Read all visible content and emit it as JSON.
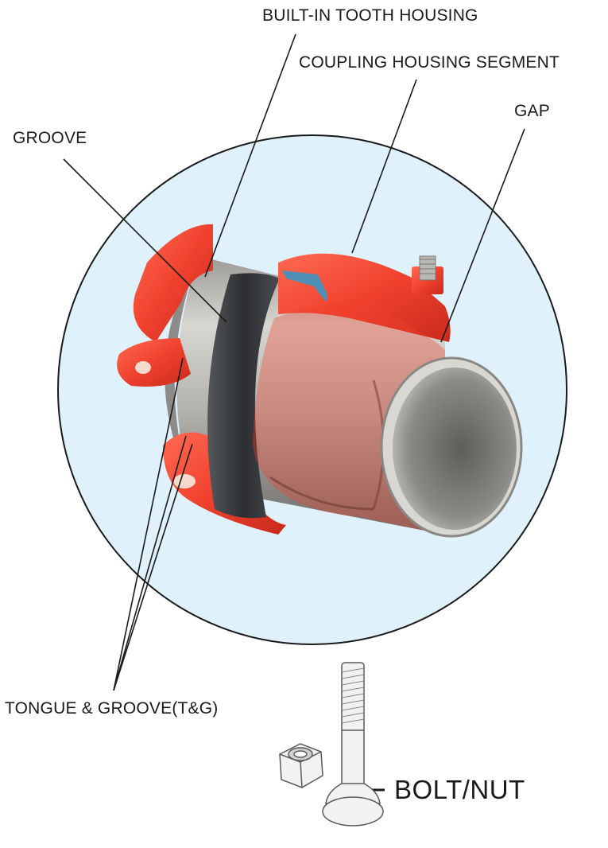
{
  "labels": {
    "built_in_tooth_housing": "BUILT-IN TOOTH HOUSING",
    "coupling_housing_segment": "COUPLING HOUSING SEGMENT",
    "gap": "GAP",
    "groove": "GROOVE",
    "tongue_and_groove": "TONGUE & GROOVE(T&G)",
    "bolt_nut": "BOLT/NUT"
  },
  "colors": {
    "background_circle": "#dff1fb",
    "circle_stroke": "#1a1a1a",
    "housing_red": "#f0412e",
    "housing_red_dark": "#c92a1c",
    "pipe_light": "#c9c7c2",
    "pipe_dark": "#7d7b77",
    "gasket_black": "#3b3d40",
    "leader_line": "#1a1a1a"
  },
  "icons": {
    "coupling_illustration": "grooved-pipe-coupling-icon",
    "bolt_nut_illustration": "bolt-and-nut-icon"
  }
}
